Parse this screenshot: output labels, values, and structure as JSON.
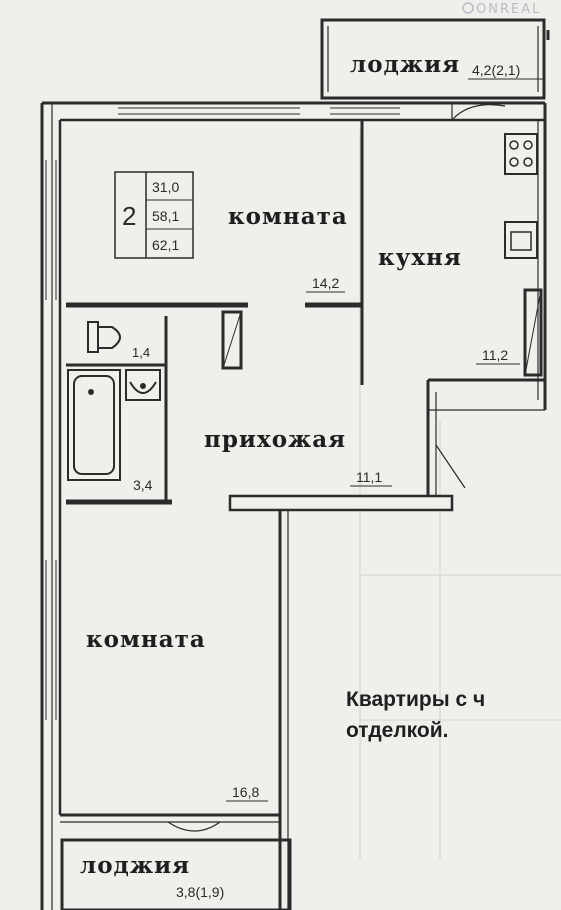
{
  "summary": {
    "rooms_count": "2",
    "living_area": "31,0",
    "total_area": "58,1",
    "total_with_loggia": "62,1"
  },
  "rooms": {
    "loggia_top": {
      "label": "лоджия",
      "area": "4,2(2,1)"
    },
    "room_top": {
      "label": "комната",
      "area": "14,2"
    },
    "kitchen": {
      "label": "кухня",
      "area": "11,2"
    },
    "wc": {
      "area": "1,4"
    },
    "bathroom": {
      "area": "3,4"
    },
    "hallway": {
      "label": "прихожая",
      "area": "11,1"
    },
    "room_bottom": {
      "label": "комната",
      "area": "16,8"
    },
    "loggia_bottom": {
      "label": "лоджия",
      "area": "3,8(1,9)"
    }
  },
  "note": {
    "line1": "Квартиры с ч",
    "line2": "отделкой."
  },
  "watermark": "ONREAL",
  "colors": {
    "paper": "#efefec",
    "wall": "#2b2b2b",
    "text": "#1e1e1e",
    "ghost_text": "#d6d6d2"
  }
}
